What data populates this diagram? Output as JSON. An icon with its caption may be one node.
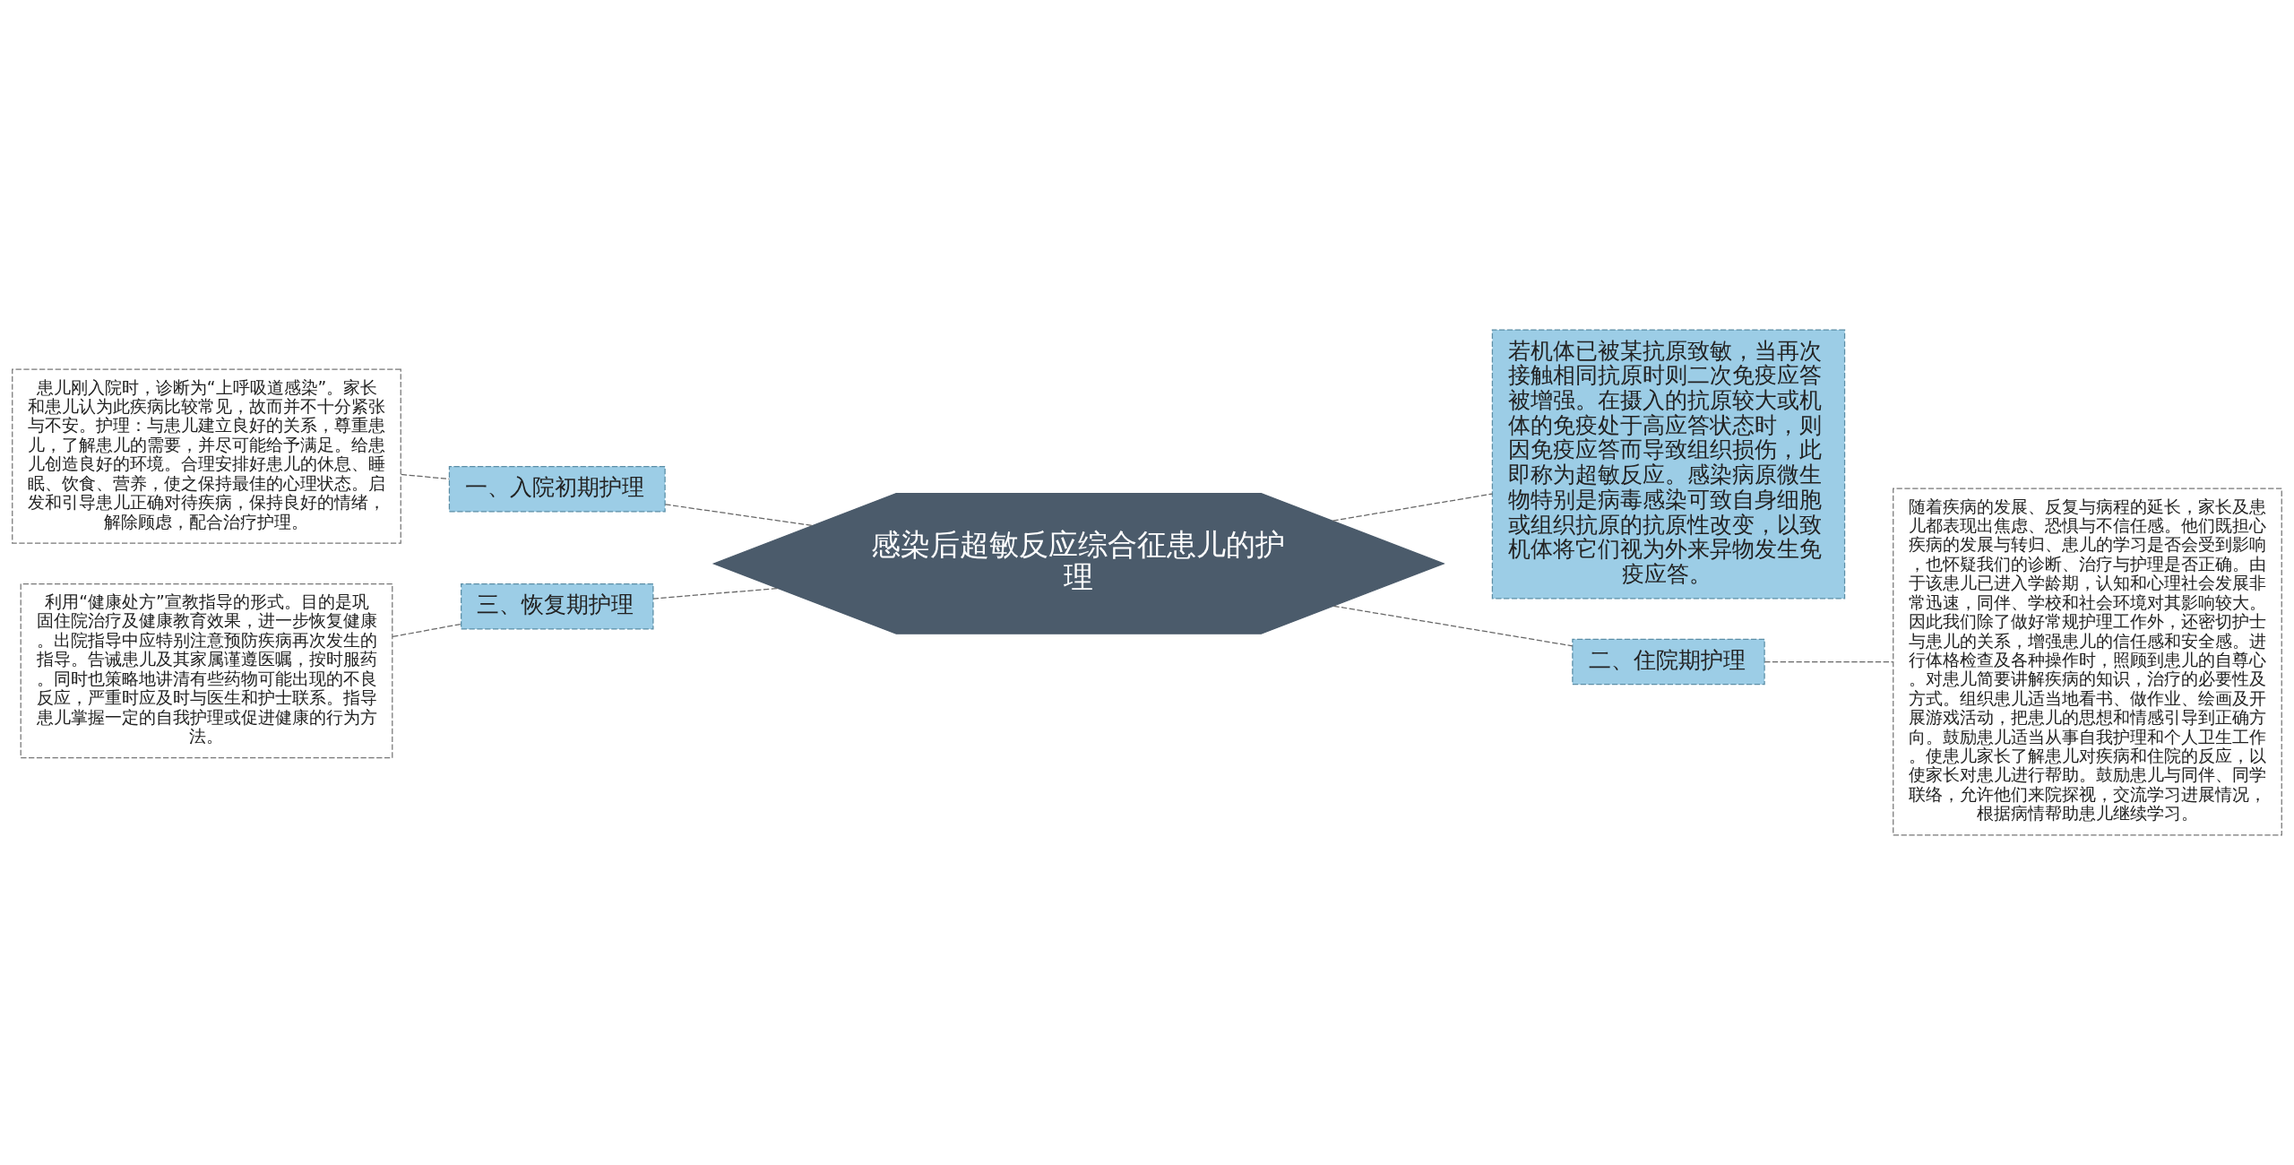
{
  "diagram": {
    "nodes": [
      {
        "text": [
          "感染后超敏反应综合征患儿的护理"
        ]
      },
      {
        "text": [
          "若机体已被某抗原致敏，当再次接触相同抗原时则二次免疫应答被增强。在摄入的抗原较大或机体的免疫处于高应答状态时，则因免疫应答而导致组织损伤，此即称为超敏反应。感染病原微生物特别是病毒感染可致自身细胞或组织抗原的抗原性改变，以致机体将它们视为外来异物发生免疫应答。"
        ]
      },
      {
        "text": [
          "二、住院期护理"
        ]
      },
      {
        "text": [
          "随着疾病的发展、反复与病程的延长，家长及患儿都表现出焦虑、恐惧与不信任感。他们既担心疾病的发展与转归、患儿的学习是否会受到影响，也怀疑我们的诊断、治疗与护理是否正确。由于该患儿已进入学龄期，认知和心理社会发展非常迅速，同伴、学校和社会环境对其影响较大。因此我们除了做好常规护理工作外，还密切护士与患儿的关系，增强患儿的信任感和安全感。进行体格检查及各种操作时，照顾到患儿的自尊心。对患儿简要讲解疾病的知识，治疗的必要性及方式。组织患儿适当地看书、做作业、绘画及开展游戏活动，把患儿的思想和情感引导到正确方向。鼓励患儿适当从事自我护理和个人卫生工作。使患儿家长了解患儿对疾病和住院的反应，以使家长对患儿进行帮助。鼓励患儿与同伴、同学联络，允许他们来院探视，交流学习进展情况，根据病情帮助患儿继续学习。"
        ]
      },
      {
        "text": [
          "一、入院初期护理"
        ]
      },
      {
        "text": [
          "患儿刚入院时，诊断为“上呼吸道感染”。家长和患儿认为此疾病比较常见，故而并不十分紧张与不安。护理：与患儿建立良好的关系，尊重患儿，了解患儿的需要，并尽可能给予满足。给患儿创造良好的环境。合理安排好患儿的休息、睡眠、饮食、营养，使之保持最佳的心理状态。启发和引导患儿正确对待疾病，保持良好的情绪，解除顾虑，配合治疗护理。"
        ]
      },
      {
        "text": [
          "三、恢复期护理"
        ]
      },
      {
        "text": [
          "利用“健康处方”宣教指导的形式。目的是巩固住院治疗及健康教育效果，进一步恢复健康。出院指导中应特别注意预防疾病再次发生的指导。告诫患儿及其家属谨遵医嘱，按时服药。同时也策略地讲清有些药物可能出现的不良反应，严重时应及时与医生和护士联系。指导患儿掌握一定的自我护理或促进健康的行为方法。"
        ]
      }
    ],
    "edges": [
      {
        "from": 0,
        "to": 1,
        "arrow": "none",
        "style": "dashed"
      },
      {
        "from": 0,
        "to": 2,
        "arrow": "none",
        "style": "dashed"
      },
      {
        "from": 2,
        "to": 3,
        "arrow": "none",
        "style": "dashed"
      },
      {
        "from": 0,
        "to": 4,
        "arrow": "none",
        "style": "dashed"
      },
      {
        "from": 4,
        "to": 5,
        "arrow": "none",
        "style": "dashed"
      },
      {
        "from": 0,
        "to": 6,
        "arrow": "none",
        "style": "dashed"
      },
      {
        "from": 6,
        "to": 7,
        "arrow": "none",
        "style": "dashed"
      }
    ]
  }
}
